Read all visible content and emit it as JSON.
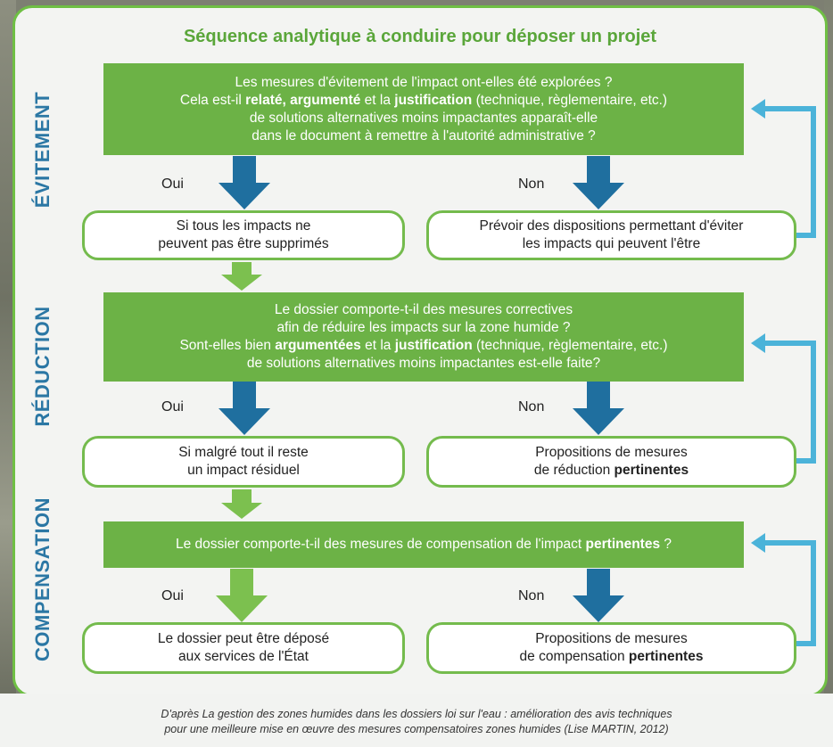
{
  "title": "Séquence analytique à conduire pour déposer un projet",
  "sections": {
    "evitement": "ÉVITEMENT",
    "reduction": "RÉDUCTION",
    "compensation": "COMPENSATION"
  },
  "evitement": {
    "question": {
      "l1": "Les mesures d'évitement de l'impact ont-elles été explorées ?",
      "l2_a": "Cela est-il ",
      "l2_b": "relaté",
      "l2_c": ", ",
      "l2_d": "argumenté",
      "l2_e": " et la ",
      "l2_f": "justification",
      "l2_g": " (technique, règlementaire, etc.)",
      "l3": "de solutions alternatives moins impactantes apparaît-elle",
      "l4": "dans le document à remettre à l'autorité administrative ?"
    },
    "oui": "Oui",
    "non": "Non",
    "oui_box": {
      "l1": "Si tous les impacts ne",
      "l2": "peuvent pas être supprimés"
    },
    "non_box": {
      "l1": "Prévoir des dispositions permettant d'éviter",
      "l2": "les impacts qui peuvent l'être"
    }
  },
  "reduction": {
    "question": {
      "l1": "Le dossier comporte-t-il des mesures correctives",
      "l2": "afin de réduire les impacts sur la zone humide ?",
      "l3_a": "Sont-elles bien ",
      "l3_b": "argumentées",
      "l3_c": " et la ",
      "l3_d": "justification",
      "l3_e": " (technique, règlementaire, etc.)",
      "l4": "de solutions alternatives moins impactantes est-elle faite?"
    },
    "oui": "Oui",
    "non": "Non",
    "oui_box": {
      "l1": "Si malgré tout il reste",
      "l2": "un impact résiduel"
    },
    "non_box": {
      "l1": "Propositions de mesures",
      "l2_a": "de réduction ",
      "l2_b": "pertinentes"
    }
  },
  "compensation": {
    "question": {
      "a": "Le dossier comporte-t-il des mesures de compensation de l'impact ",
      "b": "pertinentes",
      "c": "  ?"
    },
    "oui": "Oui",
    "non": "Non",
    "oui_box": {
      "l1": "Le dossier peut être déposé",
      "l2": "aux services de l'État"
    },
    "non_box": {
      "l1": "Propositions de mesures",
      "l2_a": "de compensation ",
      "l2_b": "pertinentes"
    }
  },
  "footer": {
    "l1": "D'après La gestion des zones humides dans les dossiers loi sur l'eau : amélioration des avis techniques",
    "l2": "pour une meilleure mise en œuvre des mesures compensatoires zones humides (Lise MARTIN, 2012)"
  },
  "colors": {
    "green_box": "#6cb246",
    "light_green_arrow": "#7cc04f",
    "dark_blue_arrow": "#1f6f9f",
    "light_blue_arrow": "#4bb3d9",
    "section_label": "#2b77a4"
  }
}
